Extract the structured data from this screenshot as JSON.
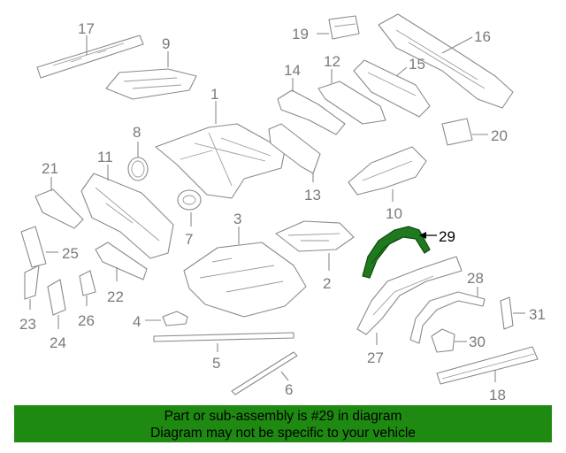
{
  "highlighted_part": "29",
  "labels": [
    "1",
    "2",
    "3",
    "4",
    "5",
    "6",
    "7",
    "8",
    "9",
    "10",
    "11",
    "12",
    "13",
    "14",
    "15",
    "16",
    "17",
    "18",
    "19",
    "20",
    "21",
    "22",
    "23",
    "24",
    "25",
    "26",
    "27",
    "28",
    "29",
    "30",
    "31"
  ],
  "banner": {
    "line1": "Part or sub-assembly is #29 in diagram",
    "line2": "Diagram may not be specific to your vehicle",
    "color": "#1f8a12"
  }
}
